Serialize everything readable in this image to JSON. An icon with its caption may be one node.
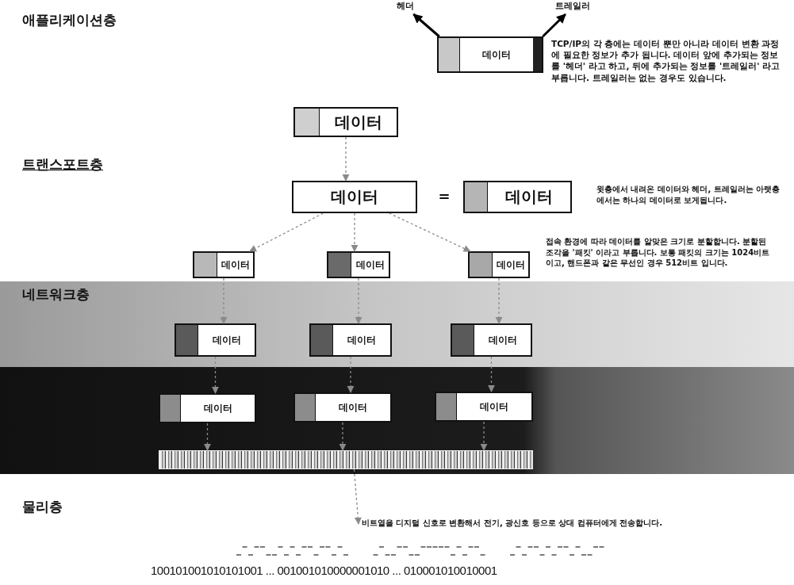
{
  "diagram": {
    "nodes": [
      {
        "text": [
          "데이터"
        ]
      },
      {
        "text": [
          "헤더"
        ]
      },
      {
        "text": [
          "트레일러"
        ]
      },
      {
        "text": [
          "데이터"
        ]
      },
      {
        "text": [
          "데이터"
        ]
      },
      {
        "text": [
          "데이터"
        ]
      },
      {
        "text": [
          "데이터"
        ]
      },
      {
        "text": [
          "데이터"
        ]
      },
      {
        "text": [
          "데이터"
        ]
      },
      {
        "text": [
          "데이터"
        ]
      },
      {
        "text": [
          "데이터"
        ]
      },
      {
        "text": [
          "데이터"
        ]
      },
      {
        "text": [
          "데이터"
        ]
      },
      {
        "text": [
          "데이터"
        ]
      },
      {
        "text": [
          "데이터"
        ]
      },
      {
        "text": [],
        "shape": "bar"
      },
      {
        "text": [
          "비트열을 디지털 신호로 변환해서 전기, 광신호 등으로 상대 컴퓨터에게 전송합니다."
        ]
      }
    ],
    "edges": [
      {
        "from": 0,
        "to": 1,
        "arrow": "to",
        "style": "thick",
        "color": "#000000"
      },
      {
        "from": 0,
        "to": 2,
        "arrow": "to",
        "style": "thick",
        "color": "#000000"
      },
      {
        "from": 3,
        "to": 4,
        "arrow": "to",
        "style": "dashed"
      },
      {
        "from": 4,
        "to": 6,
        "arrow": "to",
        "style": "dashed"
      },
      {
        "from": 4,
        "to": 7,
        "arrow": "to",
        "style": "dashed"
      },
      {
        "from": 4,
        "to": 8,
        "arrow": "to",
        "style": "dashed"
      },
      {
        "from": 6,
        "to": 9,
        "arrow": "to",
        "style": "dashed"
      },
      {
        "from": 7,
        "to": 10,
        "arrow": "to",
        "style": "dashed"
      },
      {
        "from": 8,
        "to": 11,
        "arrow": "to",
        "style": "dashed"
      },
      {
        "from": 9,
        "to": 12,
        "arrow": "to",
        "style": "dashed"
      },
      {
        "from": 10,
        "to": 13,
        "arrow": "to",
        "style": "dashed"
      },
      {
        "from": 11,
        "to": 14,
        "arrow": "to",
        "style": "dashed"
      },
      {
        "from": 12,
        "to": 15,
        "arrow": "to",
        "style": "dashed"
      },
      {
        "from": 13,
        "to": 15,
        "arrow": "to",
        "style": "dashed"
      },
      {
        "from": 14,
        "to": 15,
        "arrow": "to",
        "style": "dashed"
      },
      {
        "from": 15,
        "to": 16,
        "arrow": "to",
        "style": "dashed"
      }
    ],
    "labels": [
      "애플리케이션층",
      "TCP/IP의 각 층에는 데이터 뿐만 아니라 데이터 변환 과정에 필요한 정보가 추가 됩니다. 데이터 앞에 추가되는 정보를 '헤더' 라고 하고, 뒤에 추가되는 정보를 '트레일러' 라고 부릅니다. 트레일러는 없는 경우도 있습니다.",
      "트랜스포트층",
      "=",
      "윗층에서 내려온 데이터와 헤더, 트레일러는 아랫층에서는 하나의 데이터로 보게됩니다.",
      "접속 환경에 따라 데이터를 알맞은 크기로 분할합니다. 분할된 조각을 '패킷' 이라고 부릅니다. 보통 패킷의 크기는 1024비트이고, 핸드폰과 같은 무선인 경우 512비트 입니다.",
      "네트워크층",
      "물리층",
      "100101001010101001 ... 001001010000001010 ... 010001010010001"
    ]
  }
}
